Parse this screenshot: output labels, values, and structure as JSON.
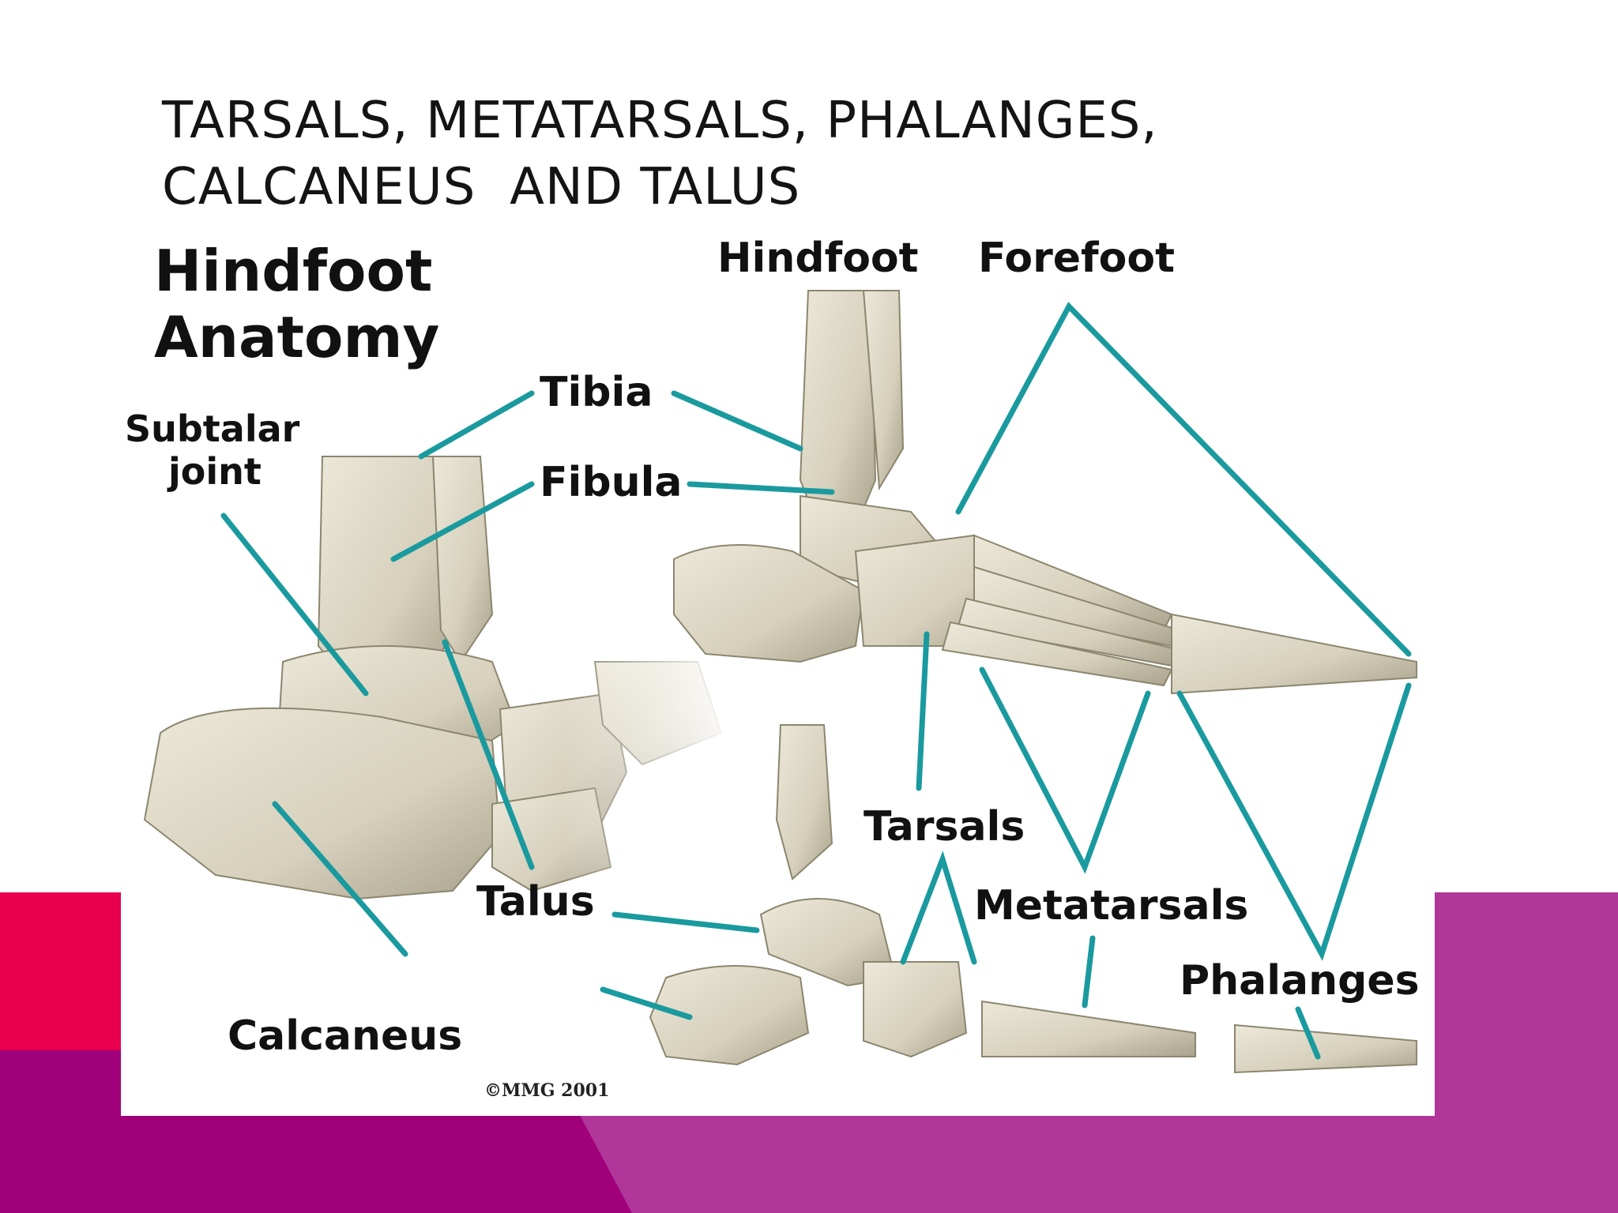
{
  "slide": {
    "title_line1": "Tarsals, metatarsals, phalanges,",
    "title_line2": "calcaneus  and talus",
    "accent_colors": {
      "pink": "#e8004e",
      "magenta": "#a0007a",
      "purple": "#b0369a"
    }
  },
  "figure": {
    "heading_line1": "Hindfoot",
    "heading_line2": "Anatomy",
    "labels": {
      "subtalar_line1": "Subtalar",
      "subtalar_line2": "joint",
      "tibia": "Tibia",
      "fibula": "Fibula",
      "talus": "Talus",
      "calcaneus": "Calcaneus",
      "hindfoot": "Hindfoot",
      "forefoot": "Forefoot",
      "tarsals": "Tarsals",
      "metatarsals": "Metatarsals",
      "phalanges": "Phalanges"
    },
    "copyright": "©MMG 2001",
    "leader_color": "#1a9a9e",
    "bone_color": "#d9d4c2"
  }
}
